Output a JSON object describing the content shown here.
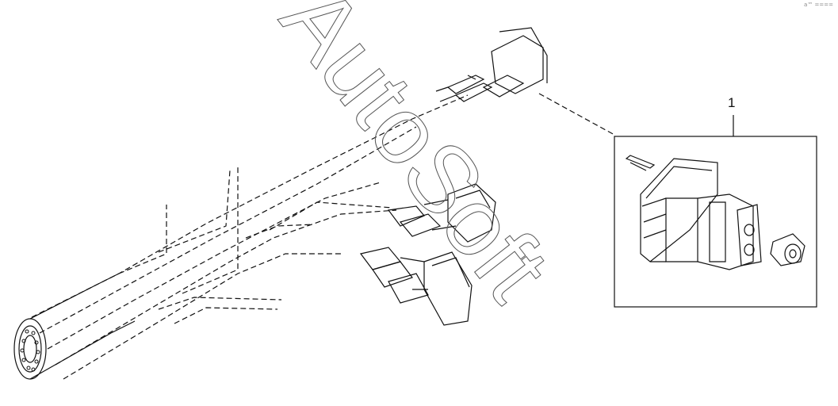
{
  "diagram": {
    "callout_number": "1",
    "watermark_text": "AutoSoft",
    "corner_mark": "a™ ====",
    "colors": {
      "line": "#111111",
      "watermark": "#555555",
      "background": "#ffffff"
    }
  }
}
